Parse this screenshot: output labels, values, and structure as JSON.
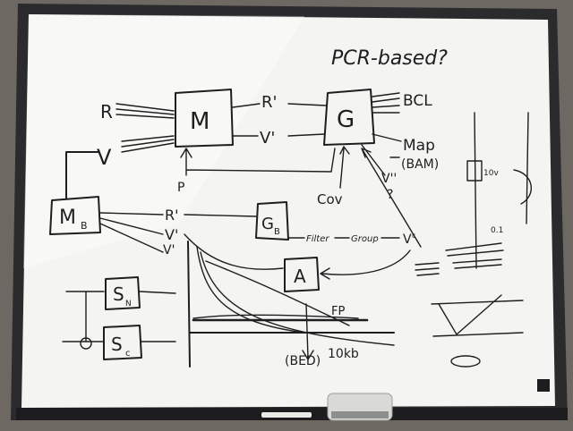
{
  "colors": {
    "wall": "#6e6862",
    "frame": "#2b2b2e",
    "board": "#f4f4f2",
    "ink": "#1e1e1e",
    "tray": "#1d1d20",
    "eraser": "#d9d9d6"
  },
  "board": {
    "heading": "PCR-based?",
    "inputs": {
      "r": "R",
      "v": "V",
      "p": "P"
    },
    "boxes": {
      "m": "M",
      "g": "G",
      "mb": "M",
      "mb_sub": "B",
      "gb": "G",
      "gb_sub": "B",
      "a": "A",
      "sn": "S",
      "sn_sub": "N",
      "sc": "S",
      "sc_sub": "c"
    },
    "edges": {
      "r_prime": "R'",
      "v_prime": "V'",
      "r_prime_b": "R'",
      "v_prime_b": "V'",
      "v_prime_b2": "V'",
      "cov": "Cov",
      "v_dbl": "V''",
      "q": "?",
      "vc": "V",
      "vc_sub": "c"
    },
    "outputs": {
      "bcl": "BCL",
      "map": "Map",
      "bam": "(BAM)"
    },
    "flow": {
      "step1": "Filter",
      "step2": "Group",
      "fp": "FP",
      "bed": "(BED)",
      "size": "10kb"
    },
    "side_labels": {
      "l1": "10v",
      "l2": "0.1"
    }
  }
}
